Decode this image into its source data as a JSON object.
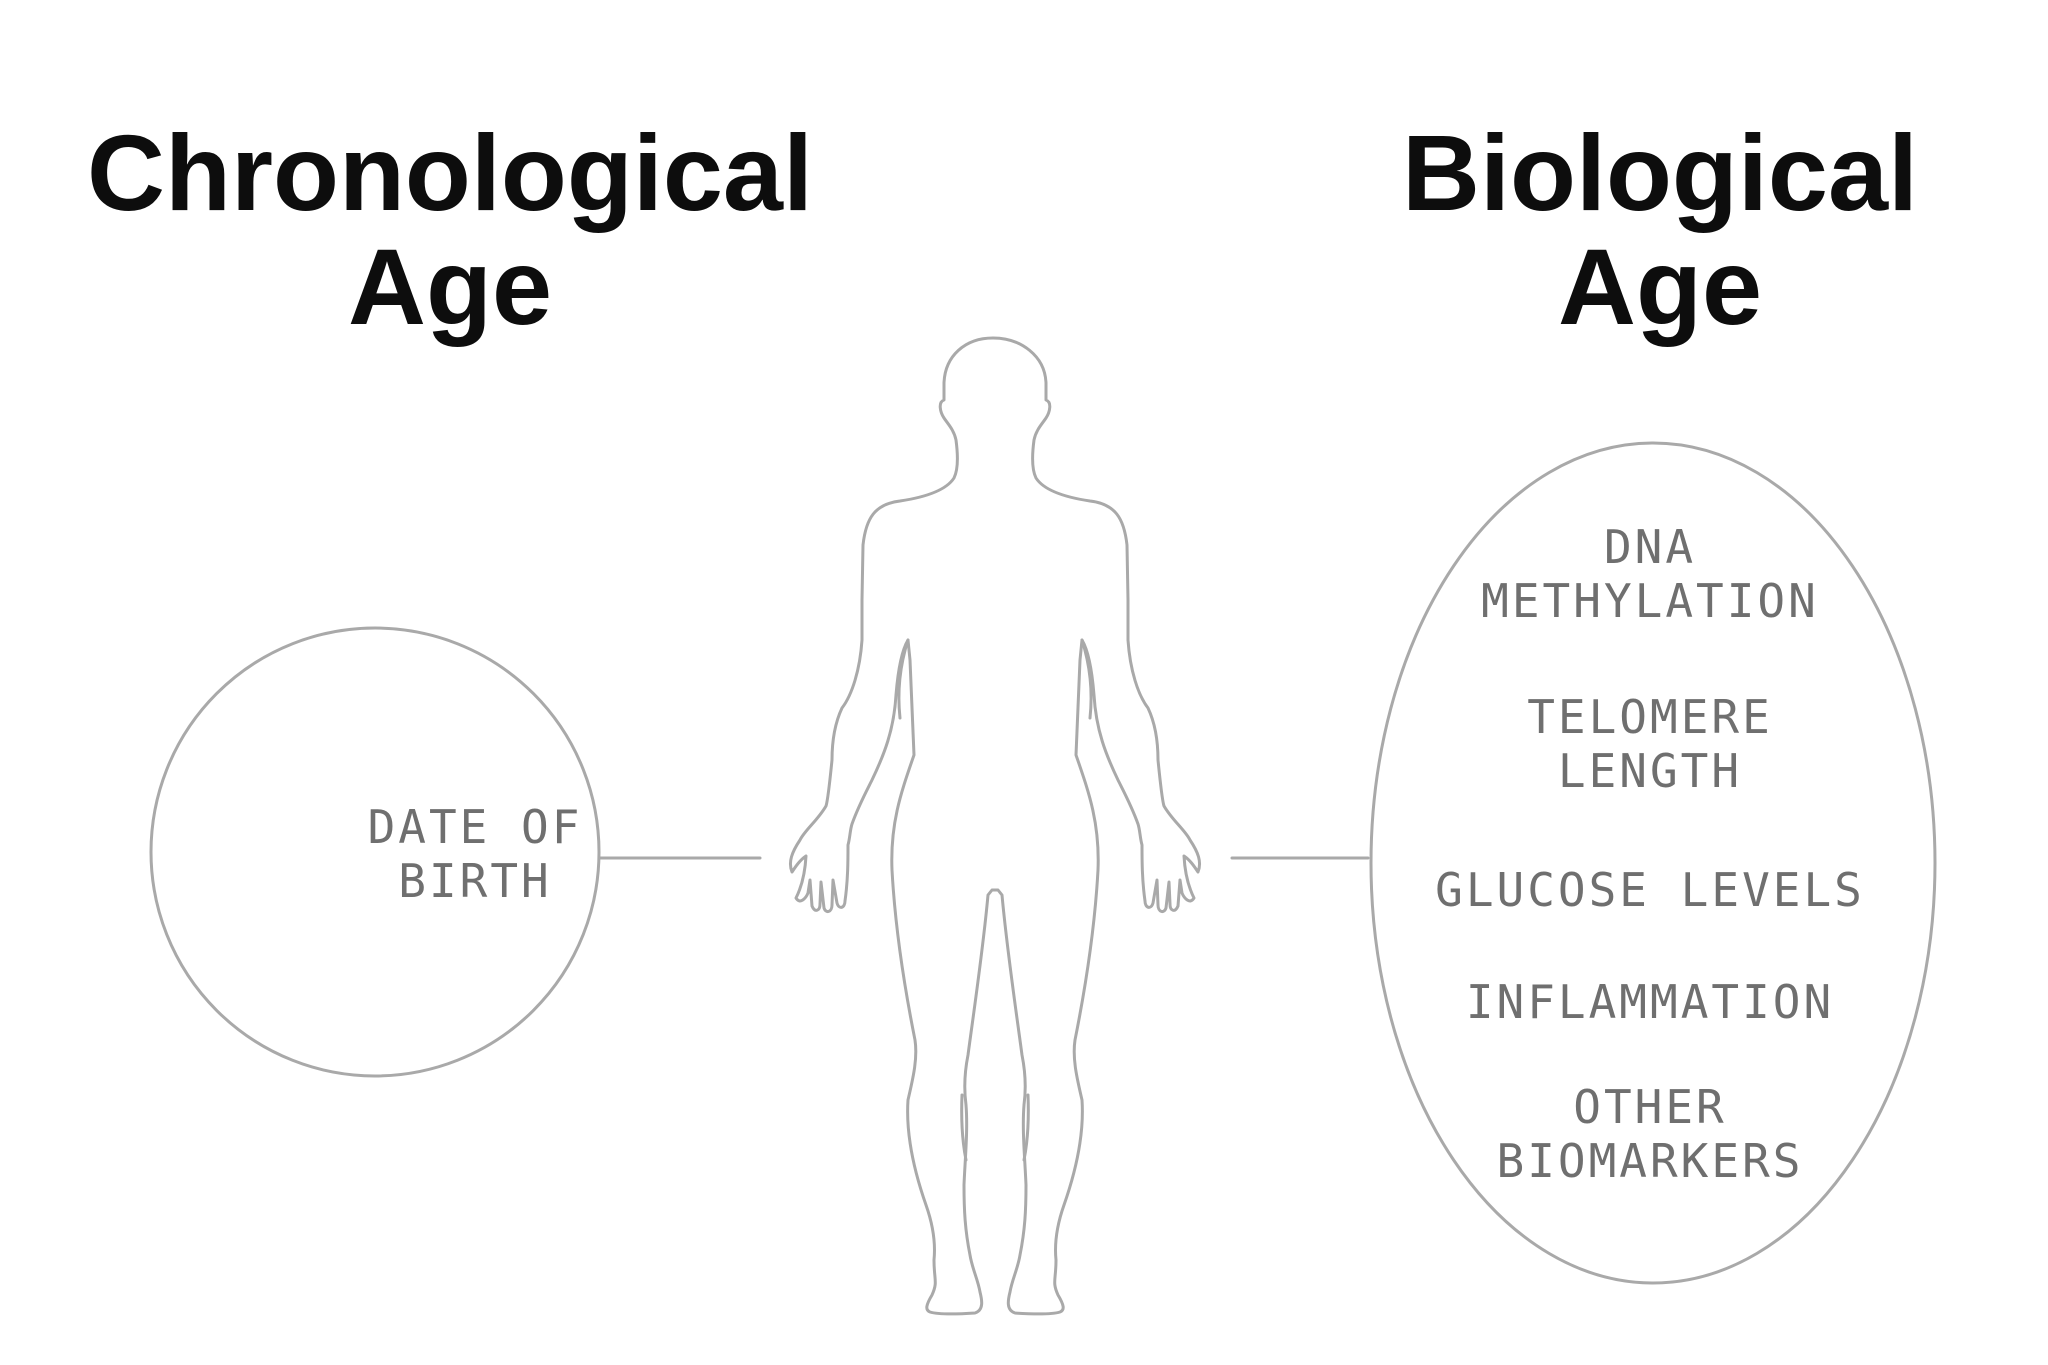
{
  "left": {
    "title_line1": "Chronological",
    "title_line2": "Age",
    "factor_line1": "DATE OF",
    "factor_line2": "BIRTH"
  },
  "right": {
    "title_line1": "Biological",
    "title_line2": "Age",
    "factors": [
      {
        "line1": "DNA",
        "line2": "METHYLATION"
      },
      {
        "line1": "TELOMERE",
        "line2": "LENGTH"
      },
      {
        "line1": "GLUCOSE LEVELS",
        "line2": ""
      },
      {
        "line1": "INFLAMMATION",
        "line2": ""
      },
      {
        "line1": "OTHER",
        "line2": "BIOMARKERS"
      }
    ]
  },
  "figure": {
    "icon": "human-body-outline-icon"
  },
  "colors": {
    "heading": "#0d0d0d",
    "label": "#6f6f6f",
    "stroke": "#a9a9a9",
    "background": "#ffffff"
  }
}
